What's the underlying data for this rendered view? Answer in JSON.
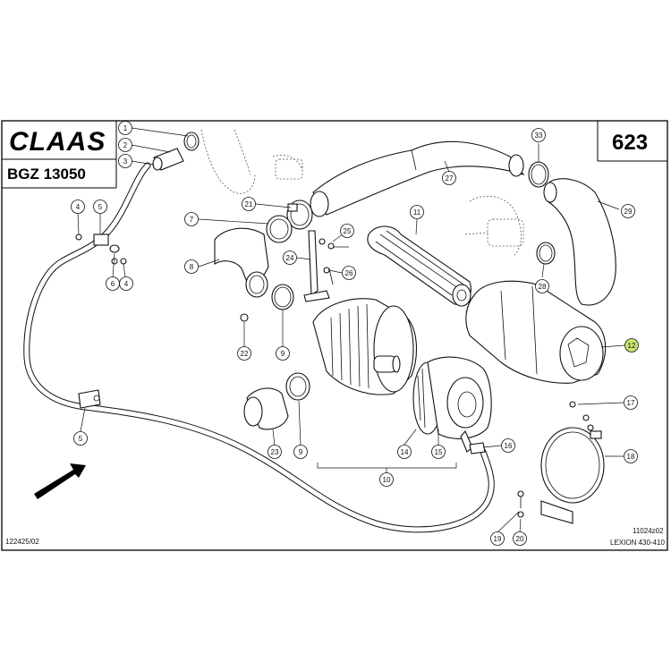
{
  "header": {
    "brand": "CLAAS",
    "group_code": "BGZ 13050",
    "page_number": "623"
  },
  "footer": {
    "left_code": "122425/02",
    "right_code": "11024z02",
    "model": "LEXION 430-410"
  },
  "colors": {
    "frame": "#000000",
    "highlight": "#c8e66e"
  },
  "callouts": [
    {
      "id": "c1",
      "label": "1"
    },
    {
      "id": "c2",
      "label": "2"
    },
    {
      "id": "c3",
      "label": "3"
    },
    {
      "id": "c4a",
      "label": "4"
    },
    {
      "id": "c5a",
      "label": "5"
    },
    {
      "id": "c6",
      "label": "6"
    },
    {
      "id": "c4b",
      "label": "4"
    },
    {
      "id": "c7",
      "label": "7"
    },
    {
      "id": "c8",
      "label": "8"
    },
    {
      "id": "c9a",
      "label": "9"
    },
    {
      "id": "c22",
      "label": "22"
    },
    {
      "id": "c21",
      "label": "21"
    },
    {
      "id": "c24",
      "label": "24"
    },
    {
      "id": "c25",
      "label": "25"
    },
    {
      "id": "c26",
      "label": "26"
    },
    {
      "id": "c27",
      "label": "27"
    },
    {
      "id": "c11",
      "label": "11"
    },
    {
      "id": "c33",
      "label": "33"
    },
    {
      "id": "c29",
      "label": "29"
    },
    {
      "id": "c28",
      "label": "28"
    },
    {
      "id": "c12",
      "label": "12"
    },
    {
      "id": "c17",
      "label": "17"
    },
    {
      "id": "c18",
      "label": "18"
    },
    {
      "id": "c16",
      "label": "16"
    },
    {
      "id": "c15",
      "label": "15"
    },
    {
      "id": "c14",
      "label": "14"
    },
    {
      "id": "c10",
      "label": "10"
    },
    {
      "id": "c23",
      "label": "23"
    },
    {
      "id": "c9b",
      "label": "9"
    },
    {
      "id": "c5b",
      "label": "5"
    },
    {
      "id": "c19",
      "label": "19"
    },
    {
      "id": "c20",
      "label": "20"
    }
  ]
}
